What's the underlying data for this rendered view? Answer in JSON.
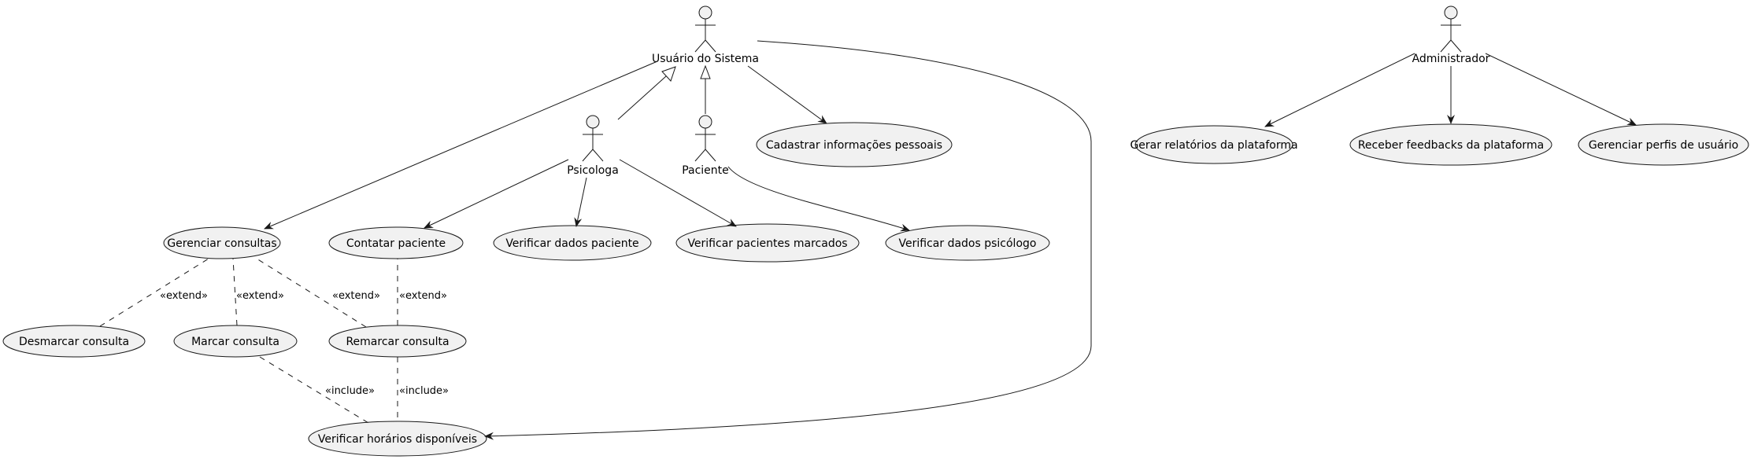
{
  "actors": {
    "usuario": "Usuário do Sistema",
    "psicologa": "Psicologa",
    "paciente": "Paciente",
    "administrador": "Administrador"
  },
  "use_cases": {
    "cadastrar": "Cadastrar informações pessoais",
    "gerenciar": "Gerenciar consultas",
    "contatar": "Contatar paciente",
    "verificar_dados_paciente": "Verificar dados paciente",
    "verificar_pacientes_marcados": "Verificar pacientes marcados",
    "verificar_dados_psicologo": "Verificar dados psicólogo",
    "desmarcar": "Desmarcar consulta",
    "marcar": "Marcar consulta",
    "remarcar": "Remarcar consulta",
    "verificar_horarios": "Verificar horários disponíveis",
    "gerar_relatorios": "Gerar relatórios da plataforma",
    "receber_feedbacks": "Receber feedbacks da plataforma",
    "gerenciar_perfis": "Gerenciar perfis de usuário"
  },
  "relations": {
    "extend": "«extend»",
    "include": "«include»"
  },
  "colors": {
    "usecase_fill": "#f1f1f1",
    "actor_fill": "#f1f1f1",
    "line": "#181818"
  }
}
